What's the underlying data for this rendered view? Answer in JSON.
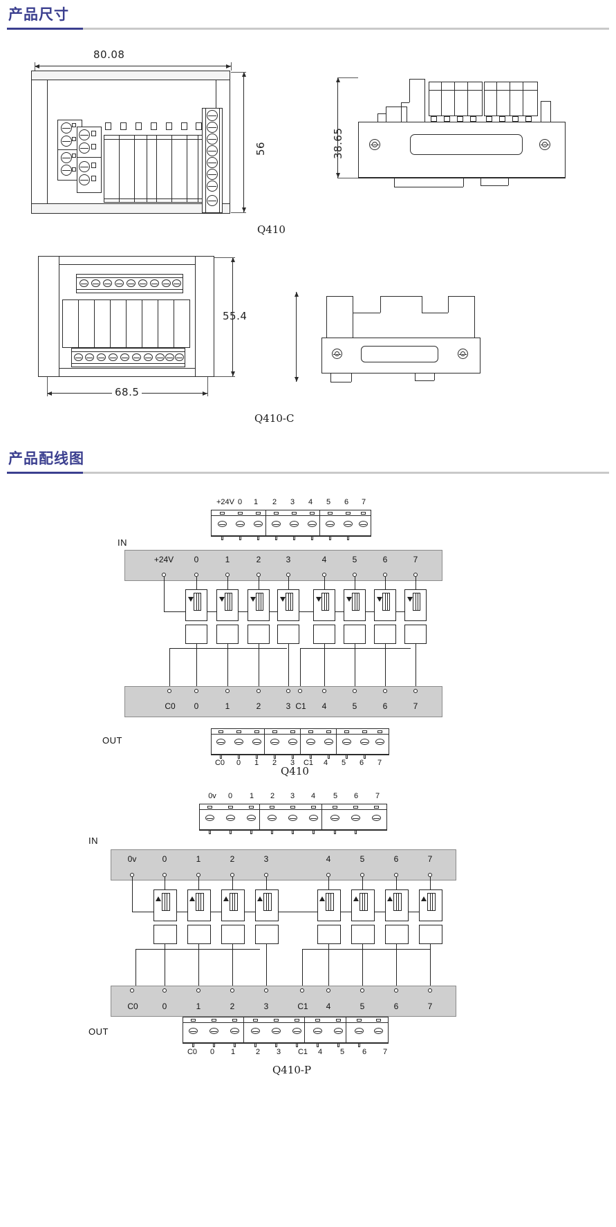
{
  "sections": [
    {
      "id": "dimensions",
      "title": "产品尺寸"
    },
    {
      "id": "wiring",
      "title": "产品配线图"
    }
  ],
  "dimensions": {
    "q410": {
      "part_label": "Q410",
      "width_mm": "80.08",
      "height_mm": "56",
      "side_height_mm": "38.65"
    },
    "q410c": {
      "part_label": "Q410-C",
      "width_mm": "68.5",
      "height_mm": "55.4"
    },
    "units_note": ""
  },
  "wiring": {
    "diagram1": {
      "part_label": "Q410",
      "in_label": "IN",
      "out_label": "OUT",
      "top_connector_terminals": [
        "+24V",
        "0",
        "1",
        "2",
        "3",
        "4",
        "5",
        "6",
        "7"
      ],
      "in_rail_terminals": [
        "+24V",
        "0",
        "1",
        "2",
        "3",
        "4",
        "5",
        "6",
        "7"
      ],
      "out_rail_terminals": [
        "C0",
        "0",
        "1",
        "2",
        "3",
        "C1",
        "4",
        "5",
        "6",
        "7"
      ],
      "bottom_connector_terminals": [
        "C0",
        "0",
        "1",
        "2",
        "3",
        "C1",
        "4",
        "5",
        "6",
        "7"
      ],
      "channels": 8
    },
    "diagram2": {
      "part_label": "Q410-P",
      "in_label": "IN",
      "out_label": "OUT",
      "top_connector_terminals": [
        "0v",
        "0",
        "1",
        "2",
        "3",
        "4",
        "5",
        "6",
        "7"
      ],
      "in_rail_terminals": [
        "0v",
        "0",
        "1",
        "2",
        "3",
        "4",
        "5",
        "6",
        "7"
      ],
      "out_rail_terminals": [
        "C0",
        "0",
        "1",
        "2",
        "3",
        "C1",
        "4",
        "5",
        "6",
        "7"
      ],
      "bottom_connector_terminals": [
        "C0",
        "0",
        "1",
        "2",
        "3",
        "C1",
        "4",
        "5",
        "6",
        "7"
      ],
      "channels": 8
    }
  },
  "colors": {
    "heading": "#3b3f8f",
    "rule": "#c9c9c9",
    "rail": "#cfcfcf",
    "line": "#2b2b2b"
  }
}
